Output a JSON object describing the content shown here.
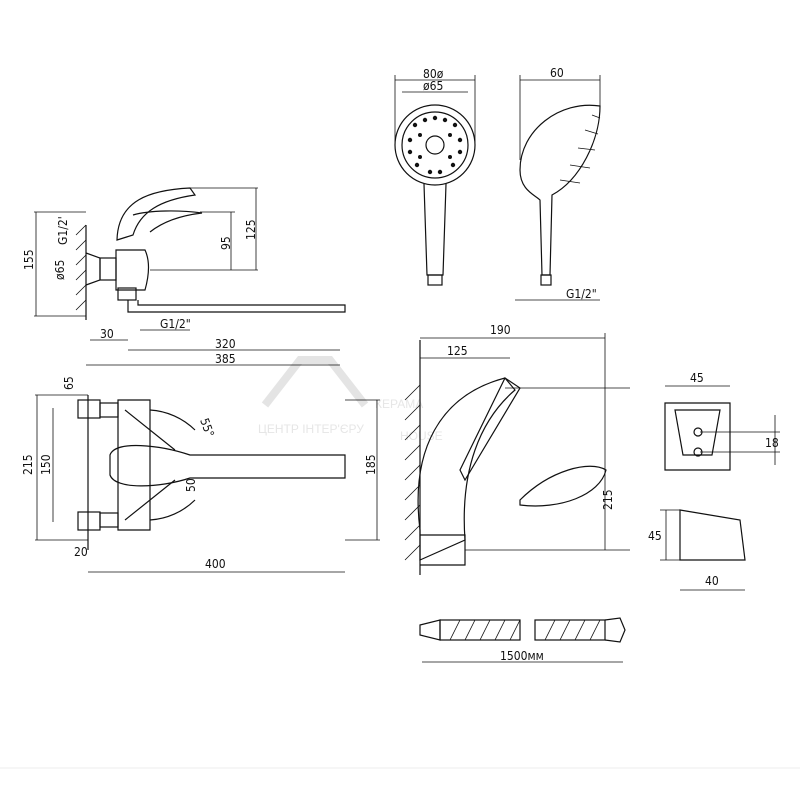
{
  "watermark": {
    "brand": "КЕРАМА",
    "brand2": "HOUSE",
    "tagline": "ЦЕНТР ІНТЕР'ЄРУ"
  },
  "hand_shower_front": {
    "d_outer": "80ø",
    "d_inner": "ø65"
  },
  "hand_shower_side": {
    "depth": "60",
    "thread": "G1/2\""
  },
  "mixer_side": {
    "height": "155",
    "thread_top": "G1/2'",
    "flange": "ø65",
    "lever_low": "95",
    "lever_high": "125",
    "offset": "30",
    "outlet_thread": "G1/2\"",
    "spout": "320",
    "total": "385"
  },
  "mixer_top": {
    "flange": "65",
    "height": "215",
    "centers": "150",
    "angle": "55°",
    "radius": "50",
    "spout_h": "185",
    "offset": "20",
    "length": "400"
  },
  "holder_view": {
    "reach": "190",
    "inner": "125",
    "height": "215"
  },
  "bracket": {
    "width": "45",
    "hole_gap": "18",
    "height": "45",
    "depth": "40"
  },
  "hose": {
    "length": "1500мм"
  }
}
